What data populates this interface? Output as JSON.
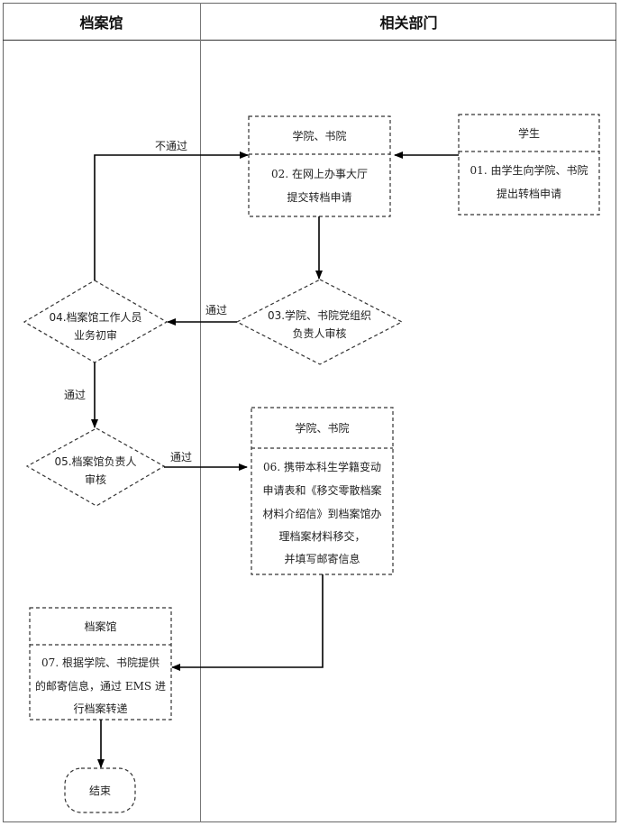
{
  "lanes": {
    "left_title": "档案馆",
    "right_title": "相关部门"
  },
  "nodes": {
    "n01": {
      "owner": "学生",
      "lines": [
        "01. 由学生向学院、书院",
        "提出转档申请"
      ]
    },
    "n02": {
      "owner": "学院、书院",
      "lines": [
        "02. 在网上办事大厅",
        "提交转档申请"
      ]
    },
    "n03": {
      "lines": [
        "03.学院、书院党组织",
        "负责人审核"
      ]
    },
    "n04": {
      "lines": [
        "04.档案馆工作人员",
        "业务初审"
      ]
    },
    "n05": {
      "lines": [
        "05.档案馆负责人",
        "审核"
      ]
    },
    "n06": {
      "owner": "学院、书院",
      "lines": [
        "06. 携带本科生学籍变动",
        "申请表和《移交零散档案",
        "材料介绍信》到档案馆办",
        "理档案材料移交，",
        "并填写邮寄信息"
      ]
    },
    "n07": {
      "owner": "档案馆",
      "lines": [
        "07. 根据学院、书院提供",
        "的邮寄信息，通过 EMS 进",
        "行档案转递"
      ]
    },
    "end": {
      "label": "结束"
    }
  },
  "edge_labels": {
    "reject": "不通过",
    "pass_03_04": "通过",
    "pass_04_05": "通过",
    "pass_05_06": "通过"
  }
}
